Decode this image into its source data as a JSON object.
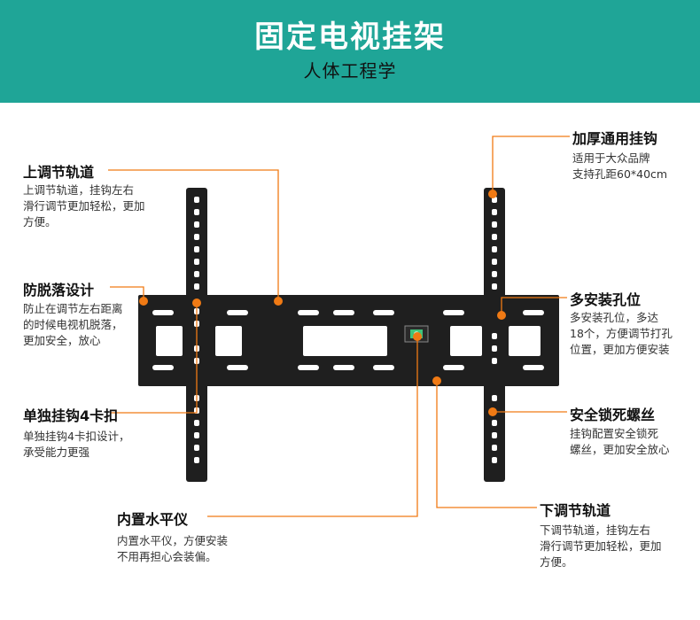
{
  "header": {
    "title": "固定电视挂架",
    "subtitle": "人体工程学"
  },
  "colors": {
    "banner": "#1fa597",
    "accent": "#f07a14",
    "bracket": "#1f1f1f"
  },
  "features": {
    "upper_track": {
      "title": "上调节轨道",
      "desc": "上调节轨道，挂钩左右\n滑行调节更加轻松，更加\n方便。"
    },
    "anti_fall": {
      "title": "防脱落设计",
      "desc": "防止在调节左右距离\n的时候电视机脱落，\n更加安全，放心"
    },
    "single_hook": {
      "title": "单独挂钩4卡扣",
      "desc": "单独挂钩4卡扣设计，\n承受能力更强"
    },
    "level": {
      "title": "内置水平仪",
      "desc": "内置水平仪，方便安装\n不用再担心会装偏。"
    },
    "thick_hook": {
      "title": "加厚通用挂钩",
      "desc": "适用于大众品牌\n支持孔距60*40cm"
    },
    "multi_holes": {
      "title": "多安装孔位",
      "desc": "多安装孔位，多达\n18个，方便调节打孔\n位置，更加方便安装"
    },
    "safety_screw": {
      "title": "安全锁死螺丝",
      "desc": "挂钩配置安全锁死\n螺丝，更加安全放心"
    },
    "lower_track": {
      "title": "下调节轨道",
      "desc": "下调节轨道，挂钩左右\n滑行调节更加轻松，更加\n方便。"
    }
  }
}
